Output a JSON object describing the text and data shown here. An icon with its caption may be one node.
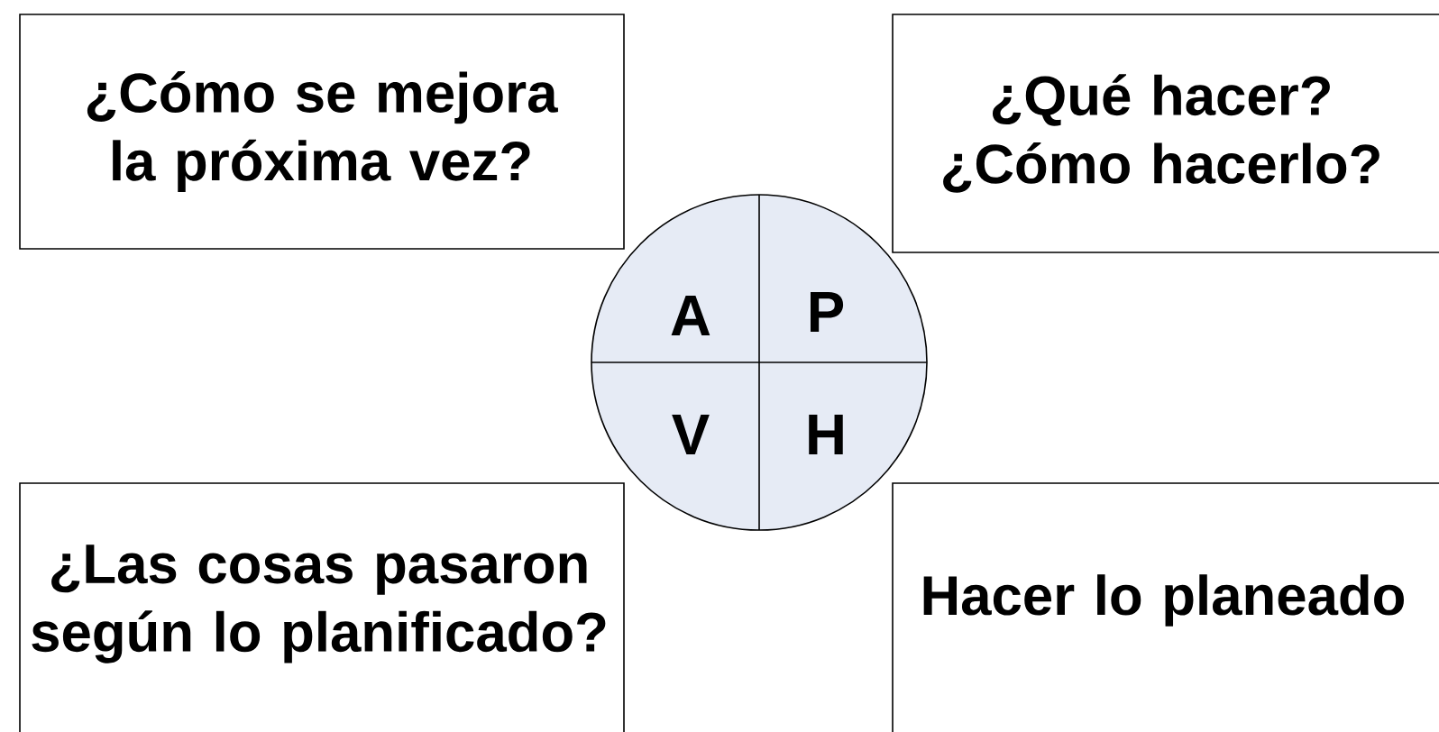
{
  "diagram": {
    "nodes": [
      {
        "text": [
          "¿Cómo se mejora la próxima vez?"
        ]
      },
      {
        "text": [
          "¿Qué hacer? ¿Cómo hacerlo?"
        ]
      },
      {
        "text": [],
        "shape": "circle"
      },
      {
        "text": [
          "A"
        ],
        "in": 2
      },
      {
        "text": [
          "P"
        ],
        "in": 2
      },
      {
        "text": [
          "V"
        ],
        "in": 2
      },
      {
        "text": [
          "H"
        ],
        "in": 2
      },
      {
        "text": [
          "¿Las cosas pasaron según lo planificado?"
        ]
      },
      {
        "text": [
          "Hacer lo planeado"
        ]
      }
    ]
  }
}
